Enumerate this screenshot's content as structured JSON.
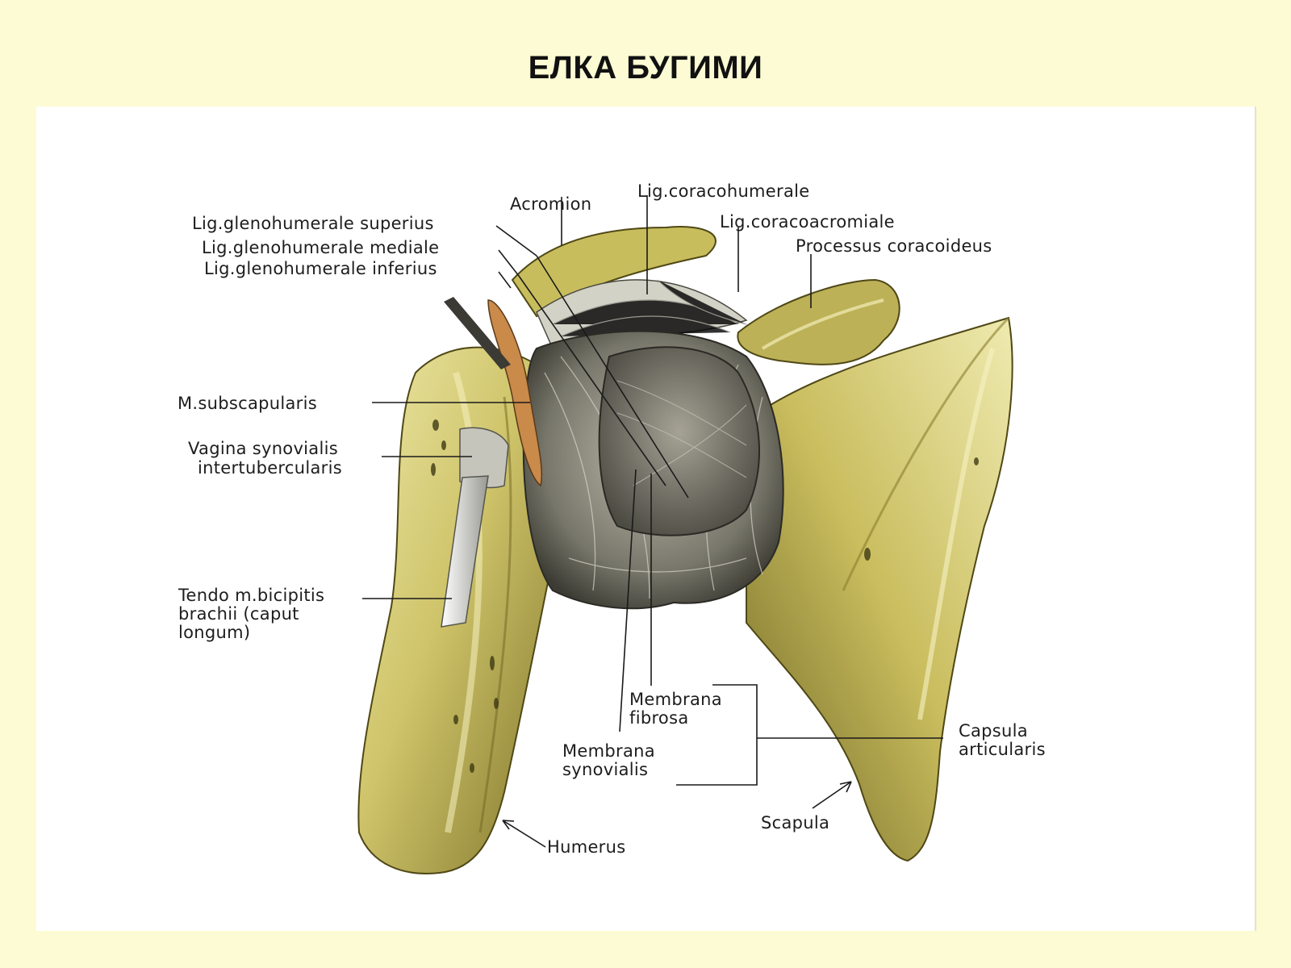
{
  "slide": {
    "title": "ЕЛКА БУГИМИ"
  },
  "figure": {
    "labels": {
      "acromion": "Acromion",
      "lig_coracohumerale": "Lig.coracohumerale",
      "lig_coracoacromiale": "Lig.coracoacromiale",
      "processus_coracoideus": "Processus coracoideus",
      "lig_glenohumerale_superius": "Lig.glenohumerale superius",
      "lig_glenohumerale_mediale": "Lig.glenohumerale mediale",
      "lig_glenohumerale_inferius": "Lig.glenohumerale inferius",
      "m_subscapularis": "M.subscapularis",
      "vagina_synovialis_1": "Vagina synovialis",
      "vagina_synovialis_2": "intertubercularis",
      "tendo_1": "Tendo m.bicipitis",
      "tendo_2": "brachii (caput",
      "tendo_3": "longum)",
      "membrana_fibrosa_1": "Membrana",
      "membrana_fibrosa_2": "fibrosa",
      "membrana_synovialis_1": "Membrana",
      "membrana_synovialis_2": "synovialis",
      "capsula_1": "Capsula",
      "capsula_2": "articularis",
      "scapula": "Scapula",
      "humerus": "Humerus"
    }
  }
}
